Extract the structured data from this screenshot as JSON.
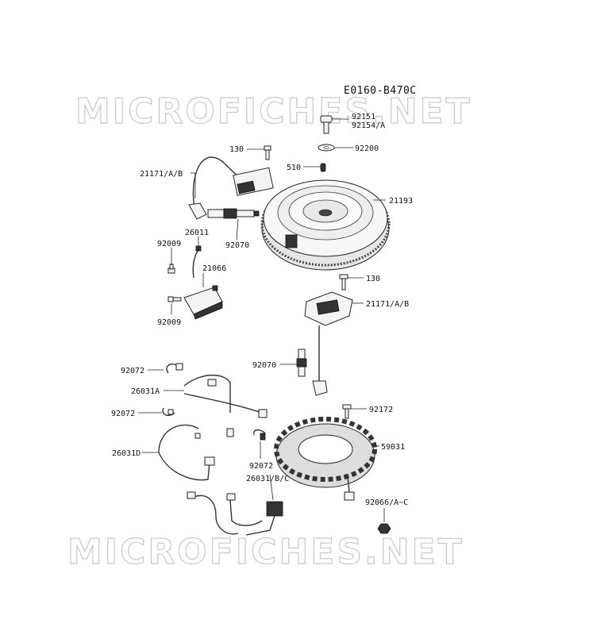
{
  "diagram_code": "E0160-B470C",
  "watermark_text": "MICROFICHES.NET",
  "labels": {
    "l92151": "92151",
    "l92154": "92154/A",
    "l92200": "92200",
    "l130a": "130",
    "l510": "510",
    "l21171a": "21171/A/B",
    "l21193": "21193",
    "l26011": "26011",
    "l92070a": "92070",
    "l92009a": "92009",
    "l21066": "21066",
    "l92009b": "92009",
    "l130b": "130",
    "l21171b": "21171/A/B",
    "l92070b": "92070",
    "l92072a": "92072",
    "l26031a": "26031A",
    "l92072b": "92072",
    "l92172": "92172",
    "l59031": "59031",
    "l26031d": "26031D",
    "l92072c": "92072",
    "l26031bc": "26031/B/C",
    "l92066": "92066/A~C"
  }
}
